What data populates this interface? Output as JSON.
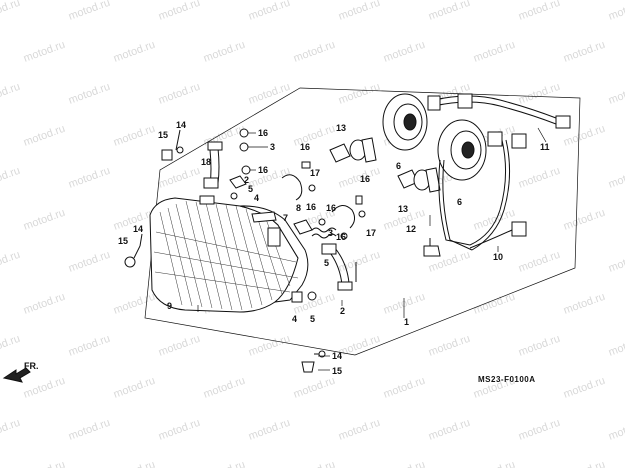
{
  "watermark": "motod.ru",
  "direction_label": "FR.",
  "reference_code": "MS23-F0100A",
  "callouts": [
    {
      "id": "c1",
      "label": "1"
    },
    {
      "id": "c2a",
      "label": "2"
    },
    {
      "id": "c2b",
      "label": "2"
    },
    {
      "id": "c3a",
      "label": "3"
    },
    {
      "id": "c3b",
      "label": "3"
    },
    {
      "id": "c4a",
      "label": "4"
    },
    {
      "id": "c4b",
      "label": "4"
    },
    {
      "id": "c5a",
      "label": "5"
    },
    {
      "id": "c5b",
      "label": "5"
    },
    {
      "id": "c5c",
      "label": "5"
    },
    {
      "id": "c6a",
      "label": "6"
    },
    {
      "id": "c6b",
      "label": "6"
    },
    {
      "id": "c7",
      "label": "7"
    },
    {
      "id": "c8",
      "label": "8"
    },
    {
      "id": "c9",
      "label": "9"
    },
    {
      "id": "c10",
      "label": "10"
    },
    {
      "id": "c11",
      "label": "11"
    },
    {
      "id": "c12",
      "label": "12"
    },
    {
      "id": "c13a",
      "label": "13"
    },
    {
      "id": "c13b",
      "label": "13"
    },
    {
      "id": "c14a",
      "label": "14"
    },
    {
      "id": "c14b",
      "label": "14"
    },
    {
      "id": "c14c",
      "label": "14"
    },
    {
      "id": "c15a",
      "label": "15"
    },
    {
      "id": "c15b",
      "label": "15"
    },
    {
      "id": "c15c",
      "label": "15"
    },
    {
      "id": "c16a",
      "label": "16"
    },
    {
      "id": "c16b",
      "label": "16"
    },
    {
      "id": "c16c",
      "label": "16"
    },
    {
      "id": "c16d",
      "label": "16"
    },
    {
      "id": "c16e",
      "label": "16"
    },
    {
      "id": "c16f",
      "label": "16"
    },
    {
      "id": "c16g",
      "label": "16"
    },
    {
      "id": "c17a",
      "label": "17"
    },
    {
      "id": "c17b",
      "label": "17"
    },
    {
      "id": "c18",
      "label": "18"
    }
  ]
}
